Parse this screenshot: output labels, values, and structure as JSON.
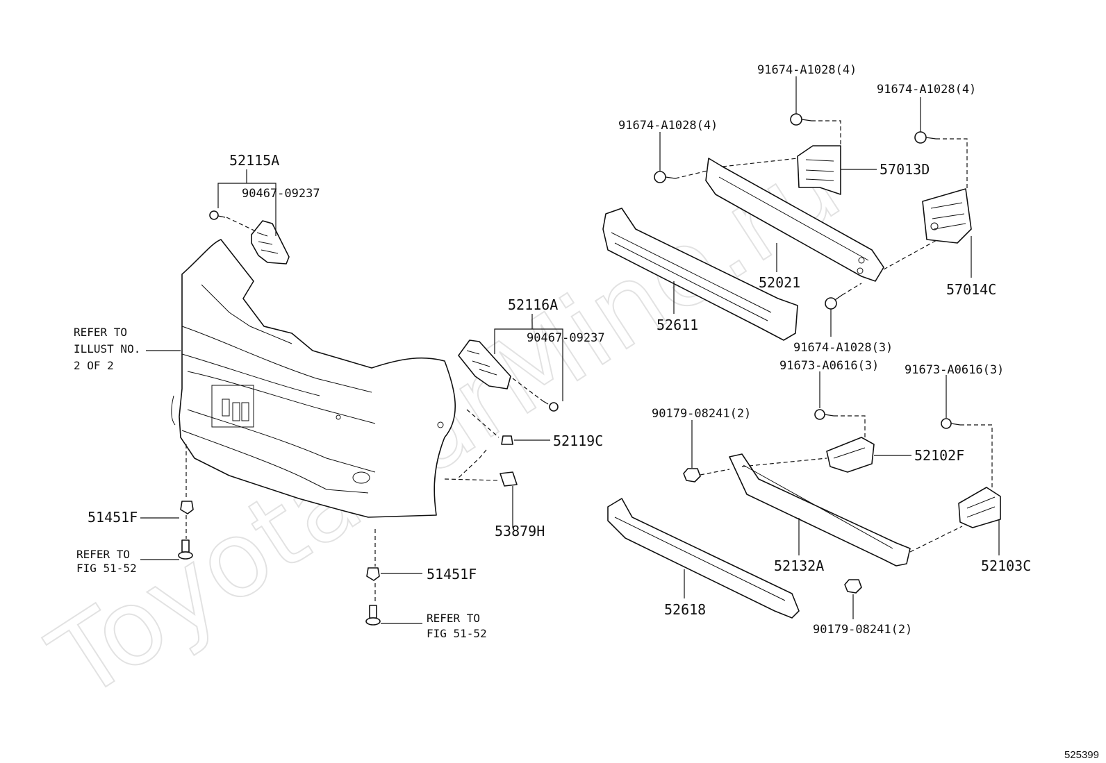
{
  "watermark": "ToyotaCarMine.ru",
  "figure_number": "525399",
  "labels": {
    "p52115A": "52115A",
    "p90467_left": "90467-09237",
    "p52116A": "52116A",
    "p90467_right": "90467-09237",
    "p52119C": "52119C",
    "p53879H": "53879H",
    "p51451F_left": "51451F",
    "p51451F_bottom": "51451F",
    "p91674_a": "91674-A1028(4)",
    "p91674_b": "91674-A1028(4)",
    "p91674_c": "91674-A1028(4)",
    "p91674_d": "91674-A1028(3)",
    "p57013D": "57013D",
    "p57014C": "57014C",
    "p52021": "52021",
    "p52611": "52611",
    "p91673_a": "91673-A0616(3)",
    "p91673_b": "91673-A0616(3)",
    "p90179_a": "90179-08241(2)",
    "p90179_b": "90179-08241(2)",
    "p52102F": "52102F",
    "p52103C": "52103C",
    "p52132A": "52132A",
    "p52618": "52618"
  },
  "notes": {
    "illust": [
      "REFER TO",
      "ILLUST NO.",
      "2 OF 2"
    ],
    "fig_left": [
      "REFER TO",
      "FIG 51-52"
    ],
    "fig_bottom": [
      "REFER TO",
      "FIG 51-52"
    ]
  }
}
